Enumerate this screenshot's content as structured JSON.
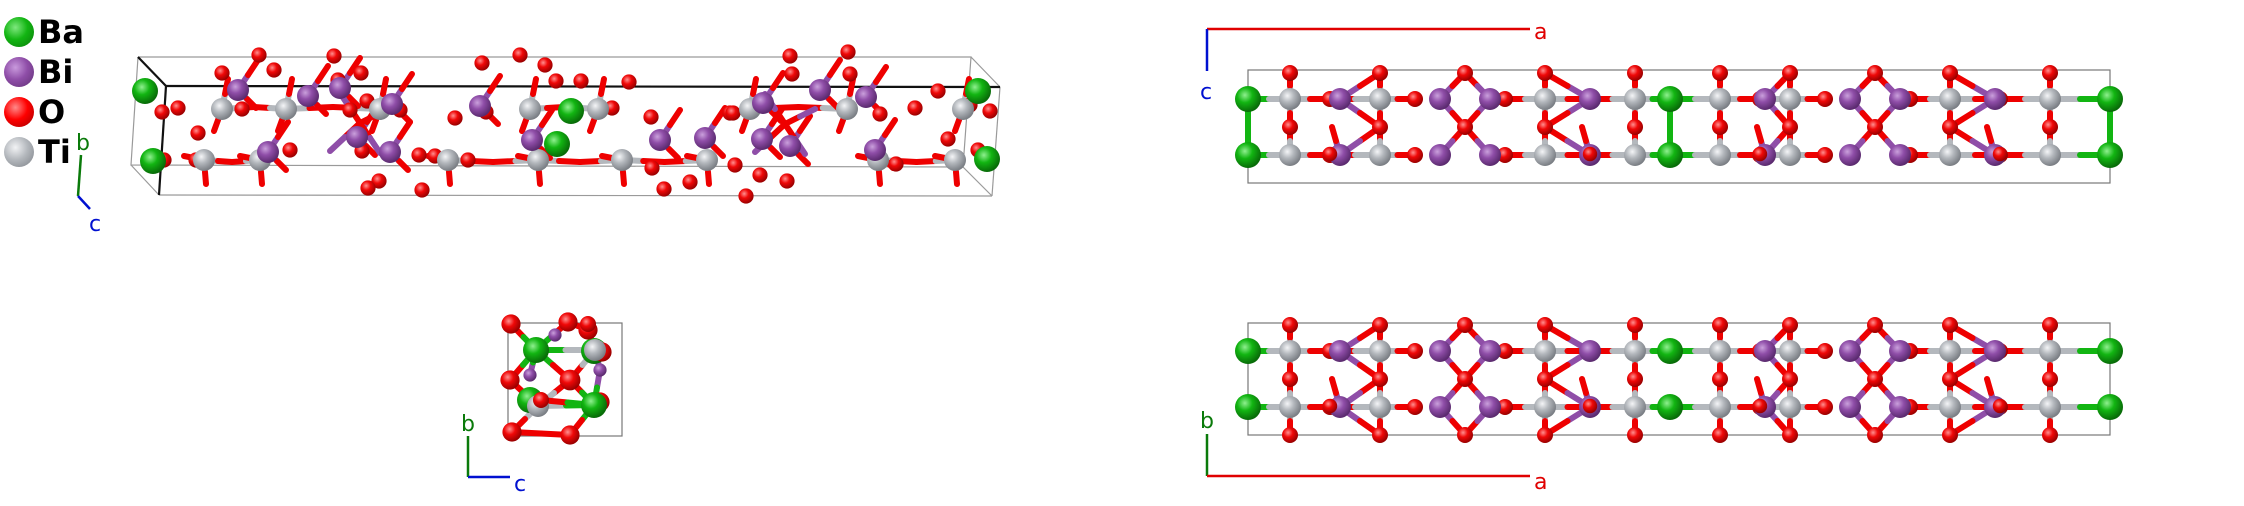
{
  "legend": {
    "items": [
      {
        "element": "Ba",
        "color": "#12b512"
      },
      {
        "element": "Bi",
        "color": "#8f4ea8"
      },
      {
        "element": "O",
        "color": "#ff0000"
      },
      {
        "element": "Ti",
        "color": "#b4b8bd"
      }
    ]
  },
  "colors": {
    "Ba": "#12b512",
    "Bi": "#8f4ea8",
    "O": "#f00808",
    "Ti": "#b4b8bd",
    "axis_a": "#e00000",
    "axis_b": "#0a7a0a",
    "axis_c": "#0010d0",
    "cell_edge": "#777777"
  },
  "views": [
    {
      "id": "perspective",
      "axes": {
        "b": "b",
        "c": "c"
      }
    },
    {
      "id": "along-a",
      "axes": {
        "b": "b",
        "c": "c"
      }
    },
    {
      "id": "along-b",
      "axes": {
        "a": "a",
        "c": "c"
      }
    },
    {
      "id": "along-c",
      "axes": {
        "a": "a",
        "b": "b"
      }
    }
  ]
}
